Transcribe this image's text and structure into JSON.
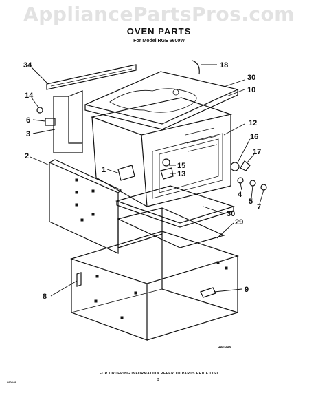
{
  "watermark": "AppliancePartsPros.com",
  "title": "OVEN PARTS",
  "subtitle": "For Model RGE 6600W",
  "footer": "FOR ORDERING INFORMATION REFER TO PARTS PRICE LIST",
  "page_number": "3",
  "page_code": "890449",
  "diagram_ref": "RA 0449",
  "callouts": {
    "c34": "34",
    "c14": "14",
    "c6": "6",
    "c3": "3",
    "c2": "2",
    "c1": "1",
    "c18": "18",
    "c30a": "30",
    "c10": "10",
    "c12": "12",
    "c16": "16",
    "c17": "17",
    "c15": "15",
    "c13": "13",
    "c4": "4",
    "c5": "5",
    "c7": "7",
    "c30b": "30",
    "c29": "29",
    "c8": "8",
    "c9": "9"
  }
}
